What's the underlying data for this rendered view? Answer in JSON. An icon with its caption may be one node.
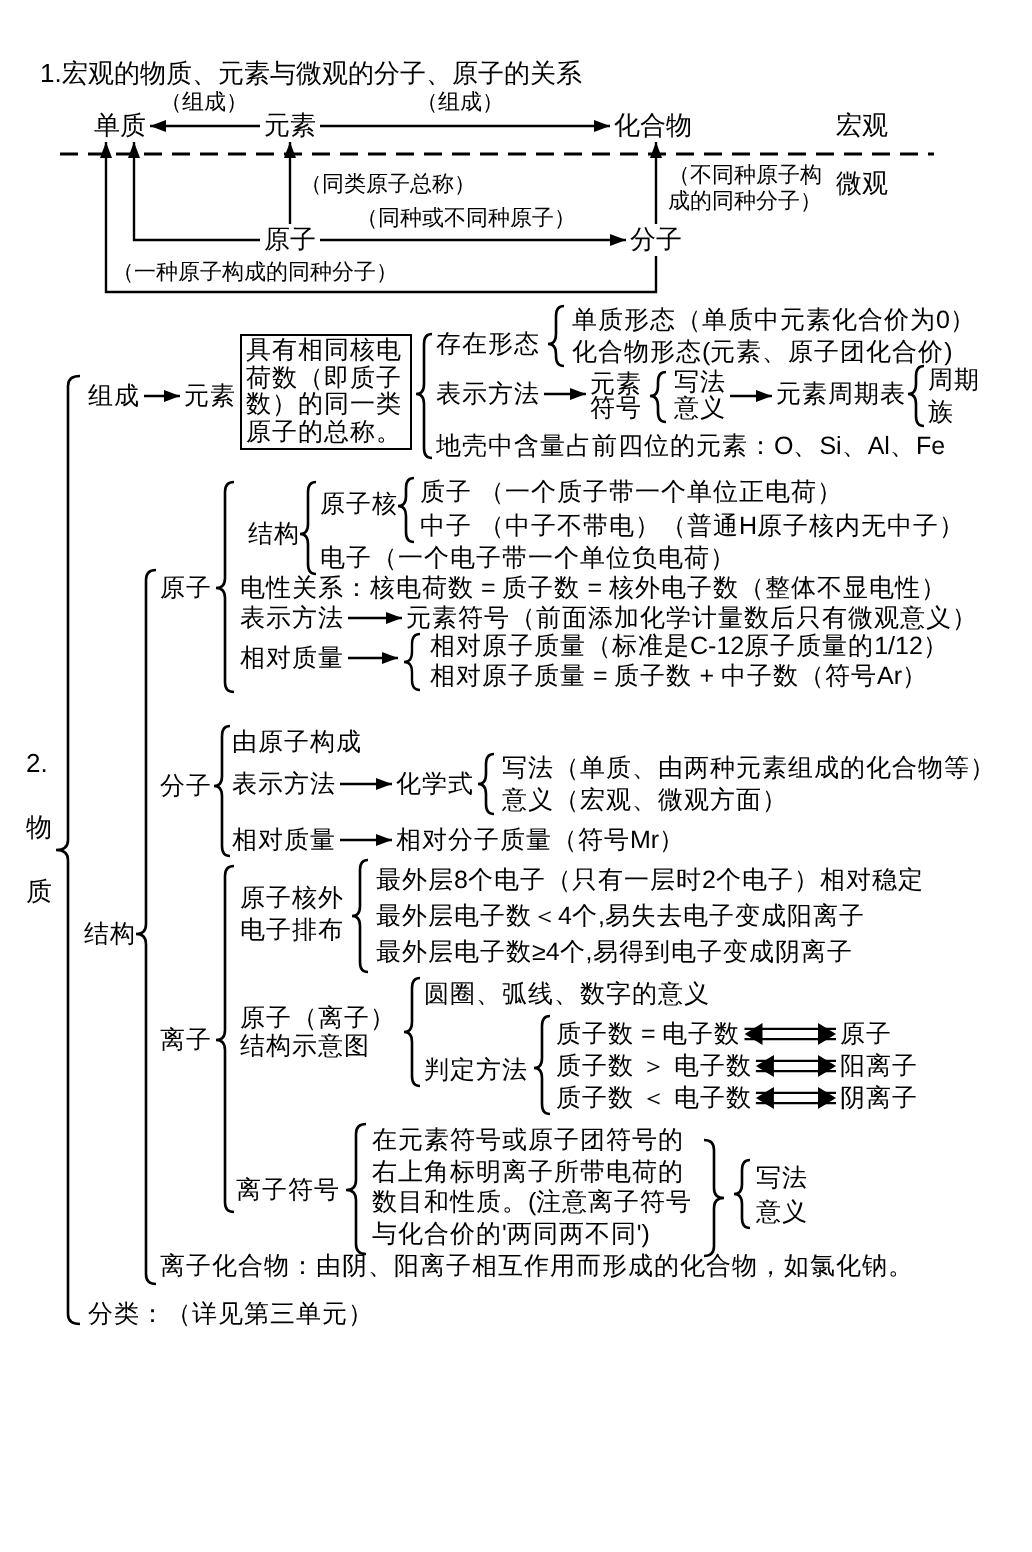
{
  "diagram": {
    "title": "1.宏观的物质、元素与微观的分子、原子的关系",
    "nodes": [
      {
        "text": [
          "单质"
        ]
      },
      {
        "text": [
          "元素"
        ]
      },
      {
        "text": [
          "化合物"
        ]
      },
      {
        "text": [
          "原子"
        ]
      },
      {
        "text": [
          "分子"
        ]
      },
      {
        "text": [
          "组成"
        ]
      },
      {
        "text": [
          "元素"
        ]
      },
      {
        "text": [
          "具有相同核电荷数（即质子数）的同一类原子的总称。"
        ]
      },
      {
        "text": [
          "表示方法"
        ]
      },
      {
        "text": [
          "元素符号"
        ]
      },
      {
        "text": [
          "写法",
          "意义"
        ]
      },
      {
        "text": [
          "元素周期表"
        ]
      },
      {
        "text": [
          "表示方法"
        ]
      },
      {
        "text": [
          "元素符号（前面添加化学计量数后只有微观意义）"
        ]
      },
      {
        "text": [
          "相对质量"
        ]
      },
      {
        "text": [
          "相对原子质量（标准是C-12原子质量的1/12）",
          "相对原子质量 = 质子数 + 中子数（符号Ar）"
        ]
      },
      {
        "text": [
          "表示方法"
        ]
      },
      {
        "text": [
          "化学式"
        ]
      },
      {
        "text": [
          "相对质量"
        ]
      },
      {
        "text": [
          "相对分子质量（符号Mr）"
        ]
      },
      {
        "text": [
          "质子数 = 电子数"
        ]
      },
      {
        "text": [
          "原子"
        ]
      },
      {
        "text": [
          "质子数 ＞ 电子数"
        ]
      },
      {
        "text": [
          "阳离子"
        ]
      },
      {
        "text": [
          "质子数 ＜ 电子数"
        ]
      },
      {
        "text": [
          "阴离子"
        ]
      }
    ],
    "edges": [
      {
        "from": 1,
        "to": 0,
        "arrow": "to",
        "label": "（组成）"
      },
      {
        "from": 1,
        "to": 2,
        "arrow": "to",
        "label": "（组成）"
      },
      {
        "from": 3,
        "to": 1,
        "arrow": "to",
        "label": "（同类原子总称）"
      },
      {
        "from": 3,
        "to": 0,
        "arrow": "to"
      },
      {
        "from": 3,
        "to": 4,
        "arrow": "to",
        "label": "（同种或不同种原子）"
      },
      {
        "from": 4,
        "to": 2,
        "arrow": "to",
        "label": "（不同种原子构成的同种分子）"
      },
      {
        "from": 4,
        "to": 0,
        "arrow": "to",
        "label": "（一种原子构成的同种分子）"
      },
      {
        "from": 5,
        "to": 6,
        "arrow": "to"
      },
      {
        "from": 8,
        "to": 9,
        "arrow": "to"
      },
      {
        "from": 10,
        "to": 11,
        "arrow": "to"
      },
      {
        "from": 12,
        "to": 13,
        "arrow": "to"
      },
      {
        "from": 14,
        "to": 15,
        "arrow": "to"
      },
      {
        "from": 16,
        "to": 17,
        "arrow": "to"
      },
      {
        "from": 18,
        "to": 19,
        "arrow": "to"
      },
      {
        "from": 20,
        "to": 21,
        "arrow": "both"
      },
      {
        "from": 22,
        "to": 23,
        "arrow": "both"
      },
      {
        "from": 24,
        "to": 25,
        "arrow": "both"
      }
    ],
    "labels": [
      "宏观",
      "微观",
      "2.物质",
      "存在形态",
      "单质形态（单质中元素化合价为0）",
      "化合物形态(元素、原子团化合价)",
      "周期",
      "族",
      "地壳中含量占前四位的元素：O、Si、Al、Fe",
      "原子核",
      "质子 （一个质子带一个单位正电荷）",
      "结构",
      "中子 （中子不带电）（普通H原子核内无中子）",
      "电子（一个电子带一个单位负电荷）",
      "原子",
      "电性关系：核电荷数 = 质子数 = 核外电子数（整体不显电性）",
      "由原子构成",
      "分子",
      "写法（单质、由两种元素组成的化合物等）",
      "意义（宏观、微观方面）",
      "结构",
      "最外层8个电子（只有一层时2个电子）相对稳定",
      "原子核外电子排布",
      "最外层电子数＜4个,易失去电子变成阳离子",
      "最外层电子数≥4个,易得到电子变成阴离子",
      "圆圈、弧线、数字的意义",
      "原子（离子）结构示意图",
      "离子",
      "判定方法",
      "在元素符号或原子团符号的右上角标明离子所带电荷的数目和性质。(注意离子符号与化合价的'两同两不同')",
      "离子符号",
      "写法",
      "意义",
      "离子化合物：由阴、阳离子相互作用而形成的化合物，如氯化钠。",
      "分类：（详见第三单元）"
    ]
  }
}
